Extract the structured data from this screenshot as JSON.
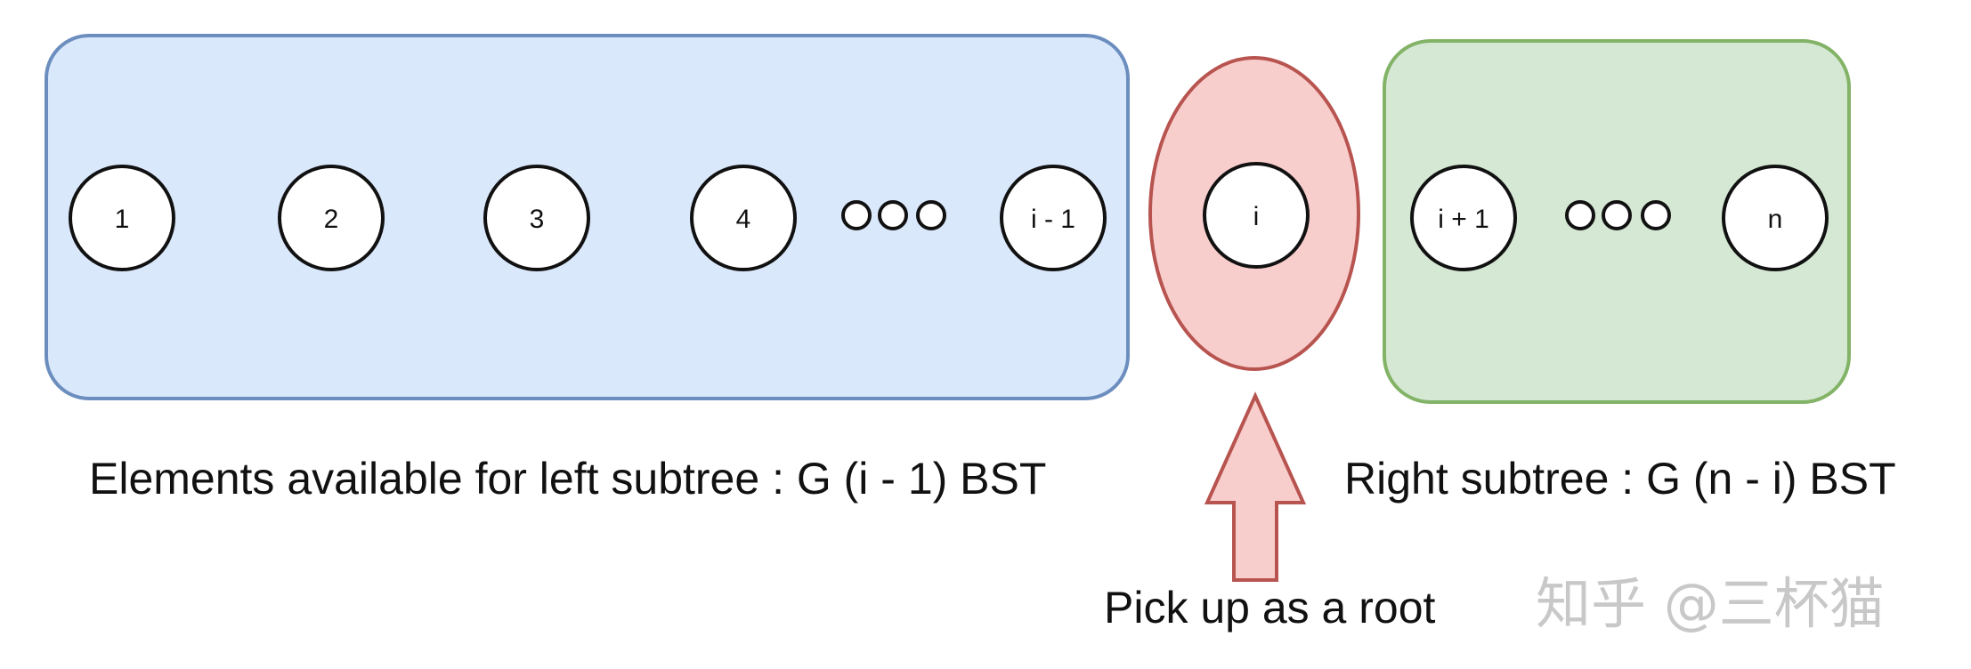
{
  "colors": {
    "left_fill": "#dae8fc",
    "left_stroke": "#6c8ebf",
    "root_fill": "#f8cecc",
    "root_stroke": "#b85450",
    "right_fill": "#d5e8d4",
    "right_stroke": "#82b366",
    "node_stroke": "#111111",
    "node_fill": "#ffffff"
  },
  "left_group": {
    "nodes": [
      "1",
      "2",
      "3",
      "4",
      "i - 1"
    ],
    "caption": "Elements available for left subtree : G (i - 1) BST"
  },
  "root_group": {
    "node": "i",
    "caption": "Pick up as a root"
  },
  "right_group": {
    "nodes": [
      "i + 1",
      "n"
    ],
    "caption": "Right subtree : G (n - i) BST"
  },
  "watermark": "知乎 @三杯猫"
}
